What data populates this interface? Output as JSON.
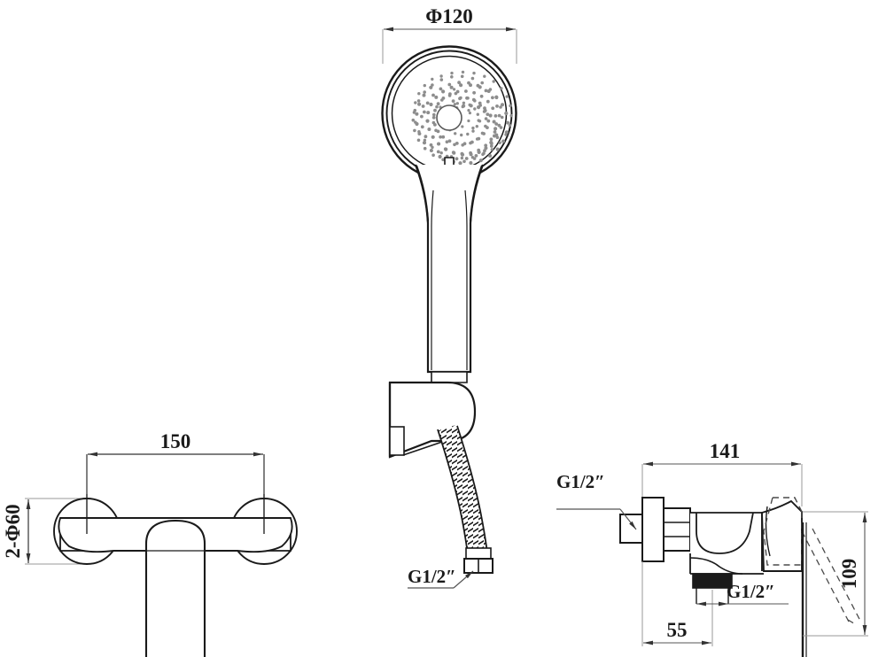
{
  "drawing": {
    "type": "technical-drawing",
    "subject": "wall-mounted shower mixer faucet with hand shower",
    "units": "mm",
    "views": [
      {
        "id": "hand-shower",
        "name": "Hand shower assembly view"
      },
      {
        "id": "front-view",
        "name": "Mixer front view"
      },
      {
        "id": "side-view",
        "name": "Mixer side view"
      }
    ]
  },
  "dimensions": {
    "shower_head_diameter": "Φ120",
    "mixer_center_distance": "150",
    "flange_diameter": "2-Φ60",
    "body_depth": "141",
    "body_height": "109",
    "outlet_offset": "55"
  },
  "labels": {
    "hose_thread": "G1/2″",
    "inlet_thread": "G1/2″",
    "outlet_thread": "G1/2″"
  },
  "colors": {
    "outline": "#1a1a1a",
    "dimension_line": "#555555",
    "extension_line": "#9a9a9a",
    "nozzle_dot": "#8d8d8d",
    "hidden_line": "#4a4a4a",
    "background": "#ffffff"
  }
}
